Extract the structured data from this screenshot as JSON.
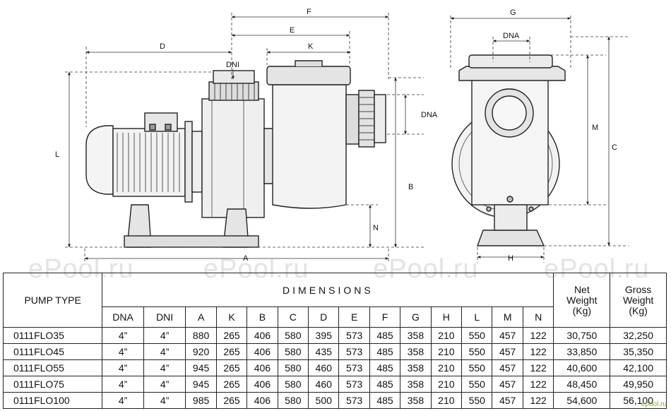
{
  "drawing": {
    "side_labels": {
      "F": "F",
      "E": "E",
      "D": "D",
      "K": "K",
      "DNI": "DNI",
      "DNA": "DNA",
      "L": "L",
      "B": "B",
      "N": "N",
      "A": "A"
    },
    "front_labels": {
      "G": "G",
      "DNA": "DNA",
      "M": "M",
      "C": "C",
      "H": "H"
    }
  },
  "watermark": "ePool.ru",
  "table": {
    "pump_type_label": "PUMP TYPE",
    "dimensions_label": "DIMENSIONS",
    "net_weight_label": [
      "Net",
      "Weight",
      "(Kg)"
    ],
    "gross_weight_label": [
      "Gross",
      "Weight",
      "(Kg)"
    ],
    "columns": [
      "DNA",
      "DNI",
      "A",
      "K",
      "B",
      "C",
      "D",
      "E",
      "F",
      "G",
      "H",
      "L",
      "M",
      "N"
    ],
    "rows": [
      {
        "model": "0111FLO35",
        "cells": [
          "4”",
          "4”",
          "880",
          "265",
          "406",
          "580",
          "395",
          "573",
          "485",
          "358",
          "210",
          "550",
          "457",
          "122"
        ],
        "net": "30,750",
        "gross": "32,250"
      },
      {
        "model": "0111FLO45",
        "cells": [
          "4”",
          "4”",
          "920",
          "265",
          "406",
          "580",
          "435",
          "573",
          "485",
          "358",
          "210",
          "550",
          "457",
          "122"
        ],
        "net": "33,850",
        "gross": "35,350"
      },
      {
        "model": "0111FLO55",
        "cells": [
          "4”",
          "4”",
          "945",
          "265",
          "406",
          "580",
          "460",
          "573",
          "485",
          "358",
          "210",
          "550",
          "457",
          "122"
        ],
        "net": "40,600",
        "gross": "42,100"
      },
      {
        "model": "0111FLO75",
        "cells": [
          "4”",
          "4”",
          "945",
          "265",
          "406",
          "580",
          "460",
          "573",
          "485",
          "358",
          "210",
          "550",
          "457",
          "122"
        ],
        "net": "48,450",
        "gross": "49,950"
      },
      {
        "model": "0111FLO100",
        "cells": [
          "4”",
          "4”",
          "985",
          "265",
          "406",
          "580",
          "500",
          "573",
          "485",
          "358",
          "210",
          "550",
          "457",
          "122"
        ],
        "net": "54,600",
        "gross": "56,100"
      }
    ]
  },
  "corner_mark": "epool.ru"
}
